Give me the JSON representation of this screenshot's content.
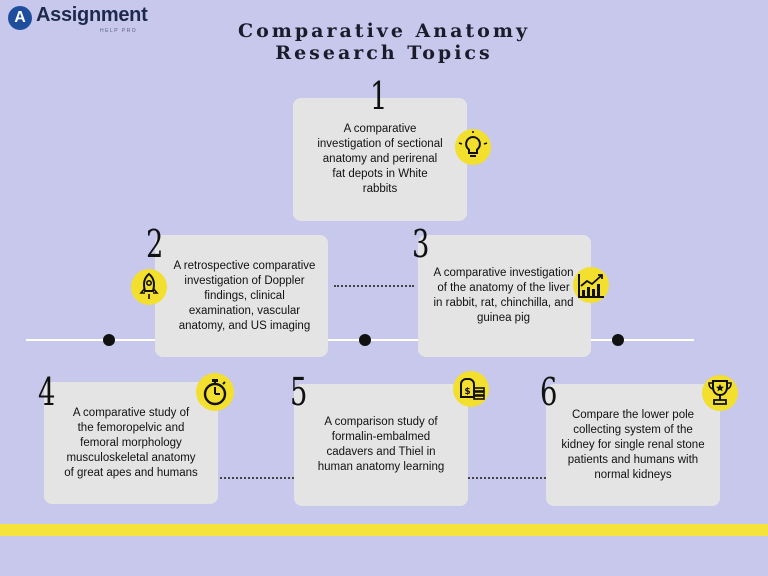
{
  "logo": {
    "name": "Assignment",
    "subtitle": "HELP PRO",
    "letter": "A"
  },
  "title": {
    "line1": "Comparative Anatomy",
    "line2": "Research Topics"
  },
  "colors": {
    "background": "#c7c8ec",
    "card": "#e4e4e4",
    "accent_yellow": "#f5e23b",
    "icon_circle": "#f2df2e"
  },
  "topics": [
    {
      "number": "1",
      "icon": "lightbulb-icon",
      "text": "A comparative investigation of sectional anatomy and perirenal fat depots in White rabbits"
    },
    {
      "number": "2",
      "icon": "rocket-icon",
      "text": "A retrospective comparative investigation of Doppler findings, clinical examination, vascular anatomy, and US imaging"
    },
    {
      "number": "3",
      "icon": "growth-chart-icon",
      "text": "A comparative investigation of the anatomy of the liver in rabbit, rat, chinchilla, and guinea pig"
    },
    {
      "number": "4",
      "icon": "stopwatch-icon",
      "text": "A comparative study of the femoropelvic and femoral morphology musculoskeletal anatomy of great apes and humans"
    },
    {
      "number": "5",
      "icon": "money-icon",
      "text": "A comparison study of formalin-embalmed cadavers and Thiel in human anatomy learning"
    },
    {
      "number": "6",
      "icon": "trophy-icon",
      "text": "Compare the lower pole collecting system of the kidney for single renal stone patients and humans with normal kidneys"
    }
  ]
}
